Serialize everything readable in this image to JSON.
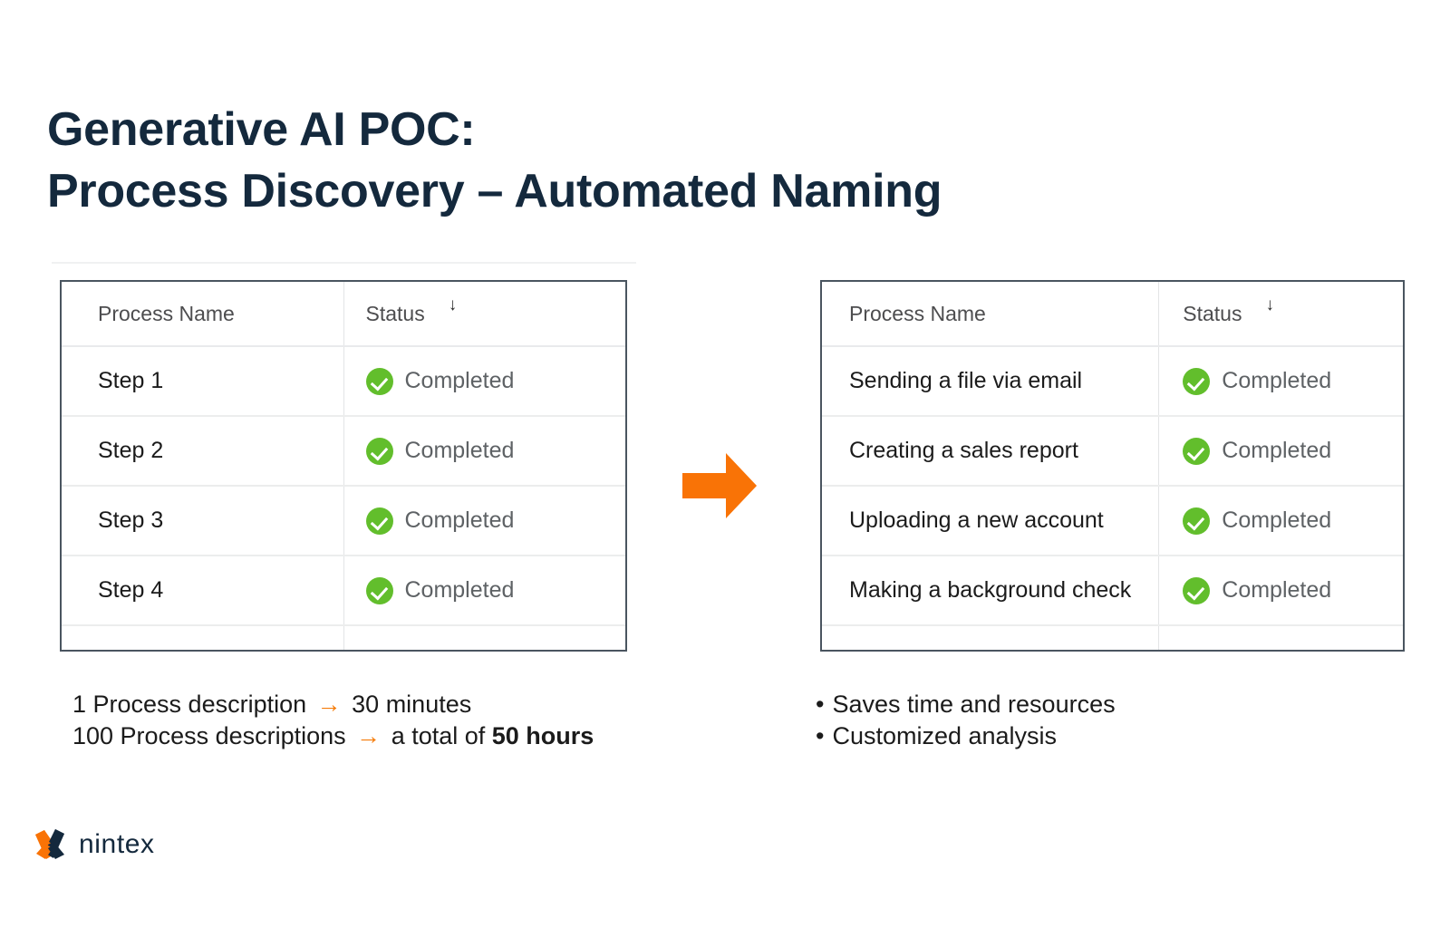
{
  "slide": {
    "title_line1": "Generative AI POC:",
    "title_line2": "Process Discovery – Automated Naming",
    "title_color": "#14293d"
  },
  "colors": {
    "accent_orange": "#f57c0a",
    "status_green": "#62be2c",
    "navy": "#14293d",
    "table_border": "#4a5560"
  },
  "table_before": {
    "columns": [
      "Process Name",
      "Status"
    ],
    "sort_indicator": "↓",
    "rows": [
      {
        "name": "Step 1",
        "status": "Completed"
      },
      {
        "name": "Step 2",
        "status": "Completed"
      },
      {
        "name": "Step 3",
        "status": "Completed"
      },
      {
        "name": "Step 4",
        "status": "Completed"
      }
    ]
  },
  "table_after": {
    "columns": [
      "Process Name",
      "Status"
    ],
    "sort_indicator": "↓",
    "rows": [
      {
        "name": "Sending a file via email",
        "status": "Completed"
      },
      {
        "name": "Creating a sales report",
        "status": "Completed"
      },
      {
        "name": "Uploading a new account",
        "status": "Completed"
      },
      {
        "name": "Making a background check",
        "status": "Completed"
      }
    ]
  },
  "notes_left": {
    "line1_pre": "1 Process description",
    "line1_arrow": "→",
    "line1_post": "30 minutes",
    "line2_pre": "100 Process descriptions",
    "line2_arrow": "→",
    "line2_mid": "a total of ",
    "line2_bold": "50 hours"
  },
  "notes_right": {
    "bullet_glyph": "•",
    "items": [
      "Saves time and resources",
      "Customized analysis"
    ]
  },
  "logo": {
    "wordmark": "nintex"
  }
}
